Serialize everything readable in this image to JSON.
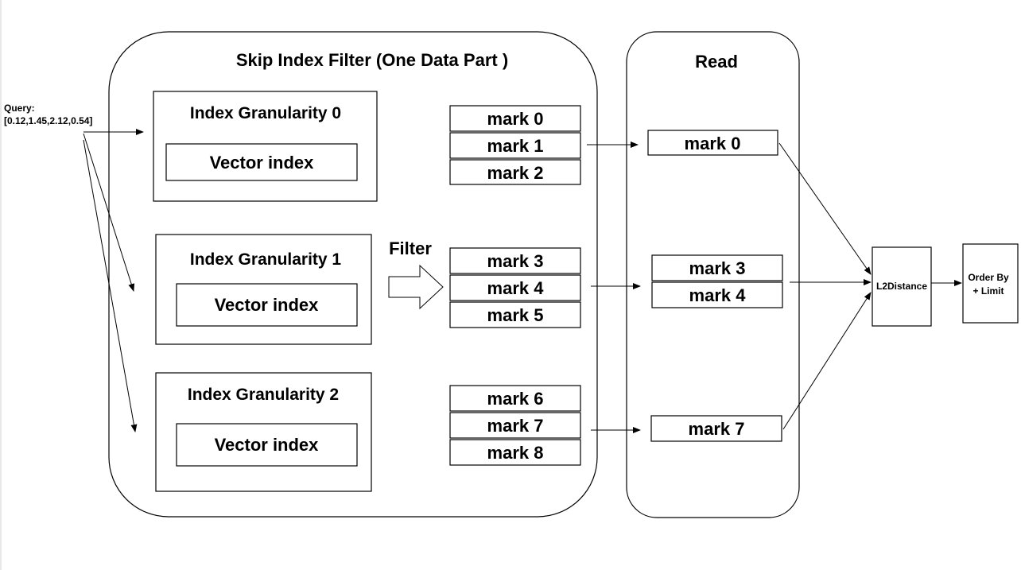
{
  "query": {
    "label": "Query:",
    "vector": "[0.12,1.45,2.12,0.54]"
  },
  "skip_index": {
    "title": "Skip Index Filter (One Data Part )",
    "granularities": [
      {
        "title": "Index Granularity 0",
        "inner": "Vector index"
      },
      {
        "title": "Index Granularity 1",
        "inner": "Vector index"
      },
      {
        "title": "Index Granularity 2",
        "inner": "Vector index"
      }
    ],
    "filter_label": "Filter",
    "mark_groups": [
      [
        "mark 0",
        "mark 1",
        "mark 2"
      ],
      [
        "mark 3",
        "mark 4",
        "mark 5"
      ],
      [
        "mark 6",
        "mark 7",
        "mark 8"
      ]
    ]
  },
  "read": {
    "title": "Read",
    "groups": [
      [
        "mark 0"
      ],
      [
        "mark 3",
        "mark 4"
      ],
      [
        "mark 7"
      ]
    ]
  },
  "l2distance": "L2Distance",
  "order_by": {
    "line1": "Order By",
    "line2": "+ Limit"
  }
}
